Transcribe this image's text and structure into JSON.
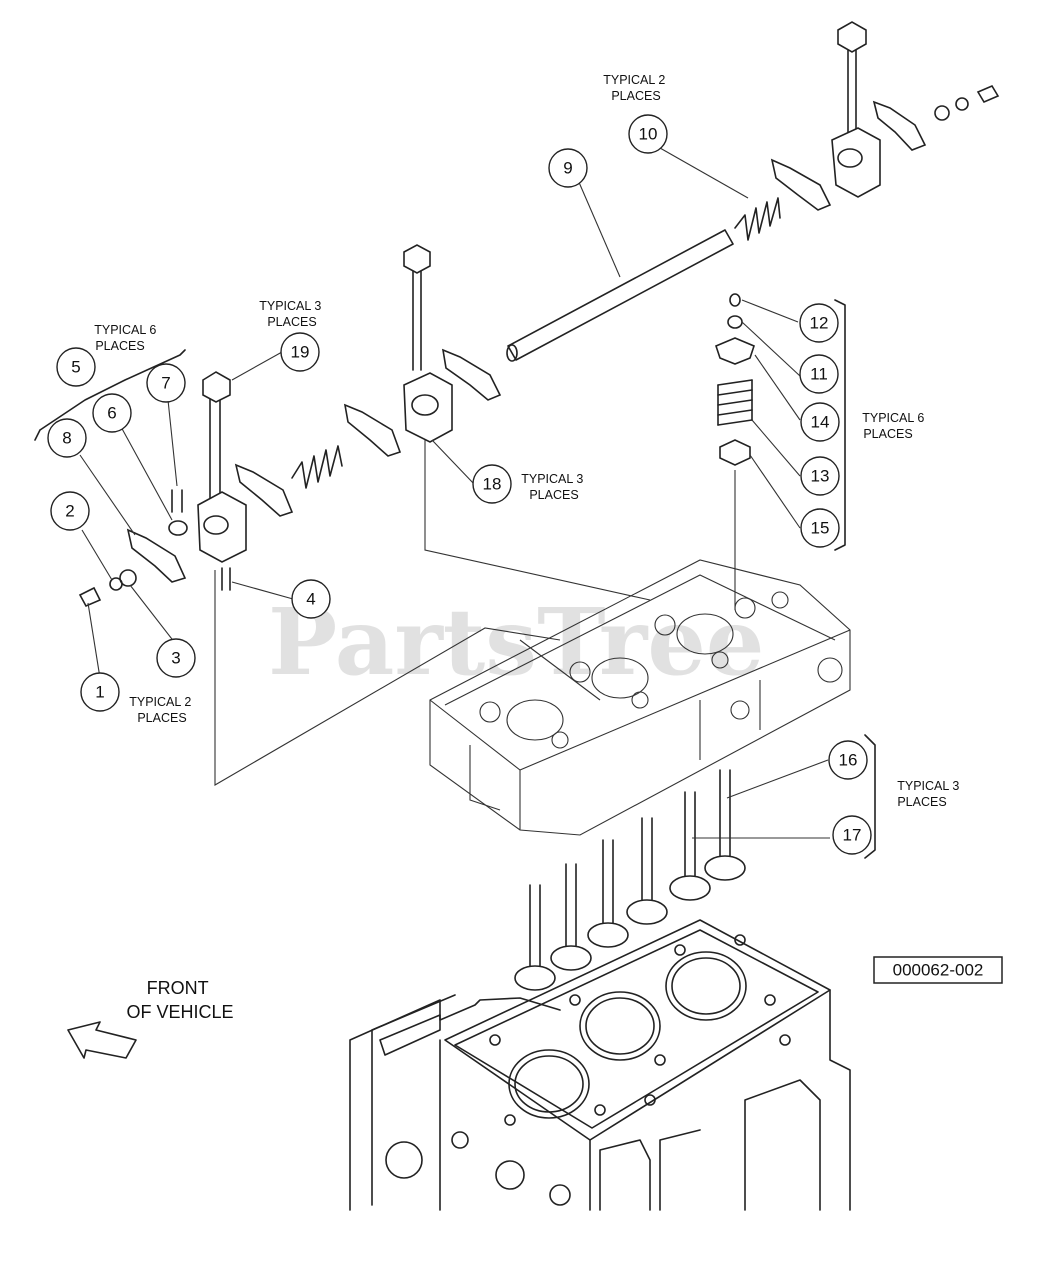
{
  "watermark": "PartsTree",
  "reference_code": "000062-002",
  "front_label": [
    "FRONT",
    "OF VEHICLE"
  ],
  "callouts": [
    {
      "num": "1"
    },
    {
      "num": "2"
    },
    {
      "num": "3"
    },
    {
      "num": "4"
    },
    {
      "num": "5"
    },
    {
      "num": "6"
    },
    {
      "num": "7"
    },
    {
      "num": "8"
    },
    {
      "num": "9"
    },
    {
      "num": "10"
    },
    {
      "num": "11"
    },
    {
      "num": "12"
    },
    {
      "num": "13"
    },
    {
      "num": "14"
    },
    {
      "num": "15"
    },
    {
      "num": "16"
    },
    {
      "num": "17"
    },
    {
      "num": "18"
    },
    {
      "num": "19"
    }
  ],
  "notes": [
    {
      "lines": [
        "TYPICAL 2",
        "PLACES"
      ]
    },
    {
      "lines": [
        "TYPICAL 3",
        "PLACES"
      ]
    },
    {
      "lines": [
        "TYPICAL 6",
        "PLACES"
      ]
    },
    {
      "lines": [
        "TYPICAL 2",
        "PLACES"
      ]
    },
    {
      "lines": [
        "TYPICAL 3",
        "PLACES"
      ]
    },
    {
      "lines": [
        "TYPICAL 6",
        "PLACES"
      ]
    },
    {
      "lines": [
        "TYPICAL 3",
        "PLACES"
      ]
    }
  ]
}
